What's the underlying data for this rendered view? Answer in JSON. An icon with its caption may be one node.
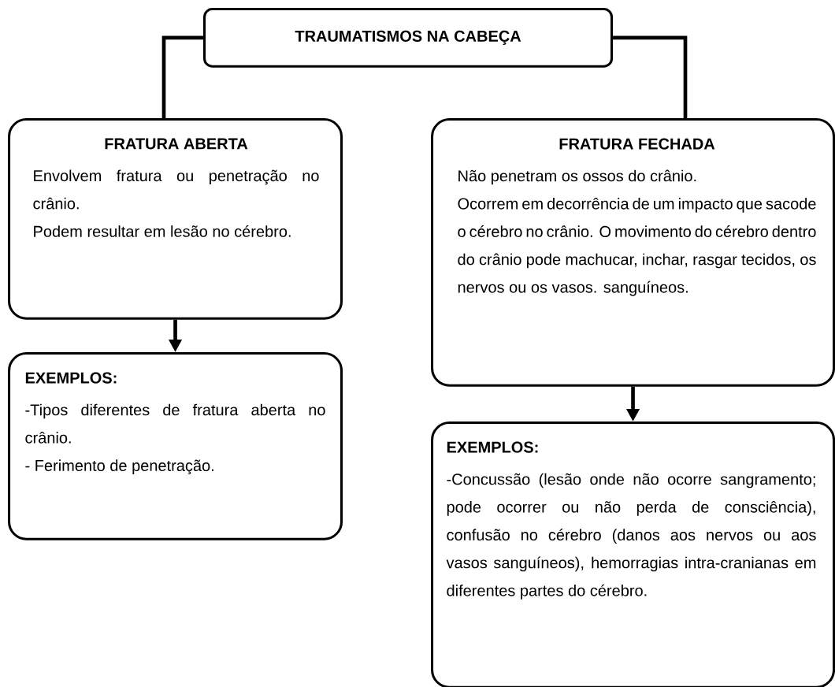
{
  "diagram": {
    "nodes": [
      {
        "text": [
          "TRAUMATISMOS NA CABEÇA"
        ]
      },
      {
        "text": [
          "FRATURA ABERTA",
          "Envolvem fratura ou penetração no crânio.",
          "Podem resultar em lesão no cérebro."
        ]
      },
      {
        "text": [
          "FRATURA FECHADA",
          "Não penetram os ossos do crânio.",
          "Ocorrem em decorrência de um impacto que sacode o cérebro no crânio. O movimento do cérebro dentro do crânio pode machucar, inchar, rasgar tecidos, os nervos ou os vasos. sanguíneos."
        ]
      },
      {
        "text": [
          "EXEMPLOS:",
          "-Tipos diferentes de fratura aberta no crânio.",
          "- Ferimento de penetração."
        ]
      },
      {
        "text": [
          "EXEMPLOS:",
          "-Concussão (lesão onde não ocorre sangramento; pode ocorrer ou não perda de consciência), confusão no cérebro (danos aos nervos ou aos vasos sanguíneos), hemorragias intra-cranianas em diferentes partes do cérebro."
        ]
      }
    ],
    "edges": [
      {
        "from": 0,
        "to": 1,
        "arrow": "none"
      },
      {
        "from": 0,
        "to": 2,
        "arrow": "none"
      },
      {
        "from": 1,
        "to": 3,
        "arrow": "to"
      },
      {
        "from": 2,
        "to": 4,
        "arrow": "to"
      }
    ]
  }
}
